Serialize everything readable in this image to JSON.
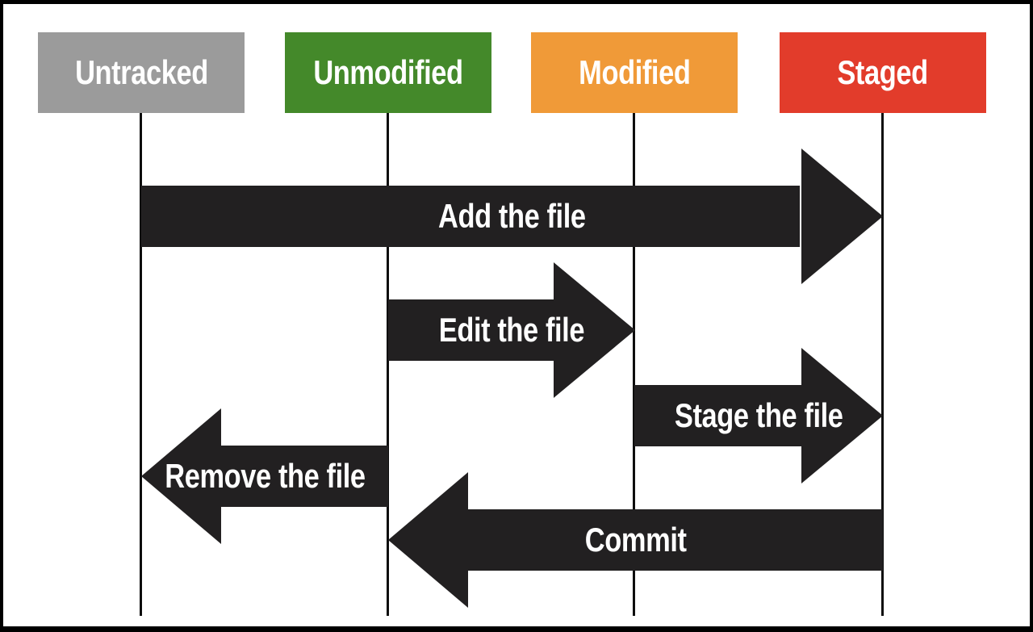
{
  "diagram": {
    "background": "#ffffff",
    "border_color": "#000000",
    "lifeline_color": "#0d0d0d",
    "arrow_color": "#222021",
    "label_text_color": "#ffffff",
    "states": [
      {
        "label": "Untracked",
        "color": "#9b9b9b"
      },
      {
        "label": "Unmodified",
        "color": "#44892a"
      },
      {
        "label": "Modified",
        "color": "#f09a38"
      },
      {
        "label": "Staged",
        "color": "#e23c2b"
      }
    ],
    "transitions": [
      {
        "label": "Add the file",
        "from": "Untracked",
        "to": "Staged",
        "direction": "right"
      },
      {
        "label": "Edit the file",
        "from": "Unmodified",
        "to": "Modified",
        "direction": "right"
      },
      {
        "label": "Stage the file",
        "from": "Modified",
        "to": "Staged",
        "direction": "right"
      },
      {
        "label": "Remove the file",
        "from": "Unmodified",
        "to": "Untracked",
        "direction": "left"
      },
      {
        "label": "Commit",
        "from": "Staged",
        "to": "Unmodified",
        "direction": "left"
      }
    ]
  }
}
